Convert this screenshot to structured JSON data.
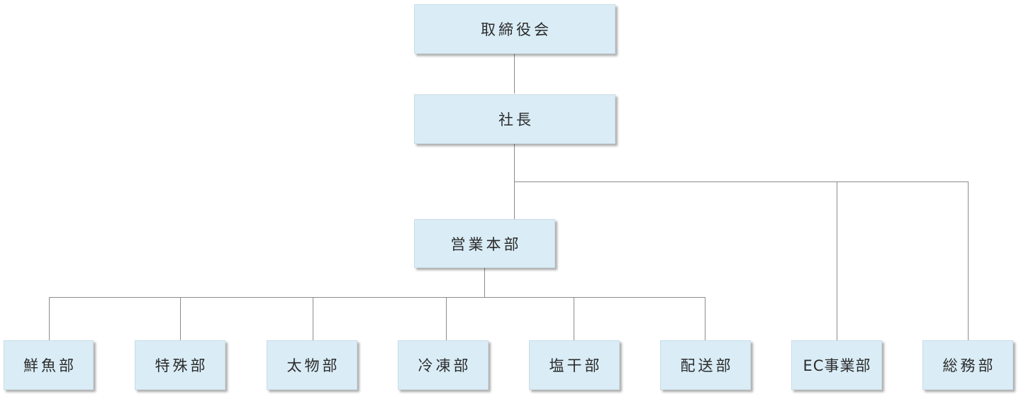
{
  "org_chart": {
    "board": "取締役会",
    "president": "社長",
    "sales_hq": "営業本部",
    "sales_departments": [
      "鮮魚部",
      "特殊部",
      "太物部",
      "冷凍部",
      "塩干部",
      "配送部"
    ],
    "ec_department": "EC事業部",
    "general_affairs": "総務部"
  },
  "colors": {
    "box_fill": "#daedf7",
    "connector": "#8c8c8c",
    "text": "#2b2b2b"
  }
}
